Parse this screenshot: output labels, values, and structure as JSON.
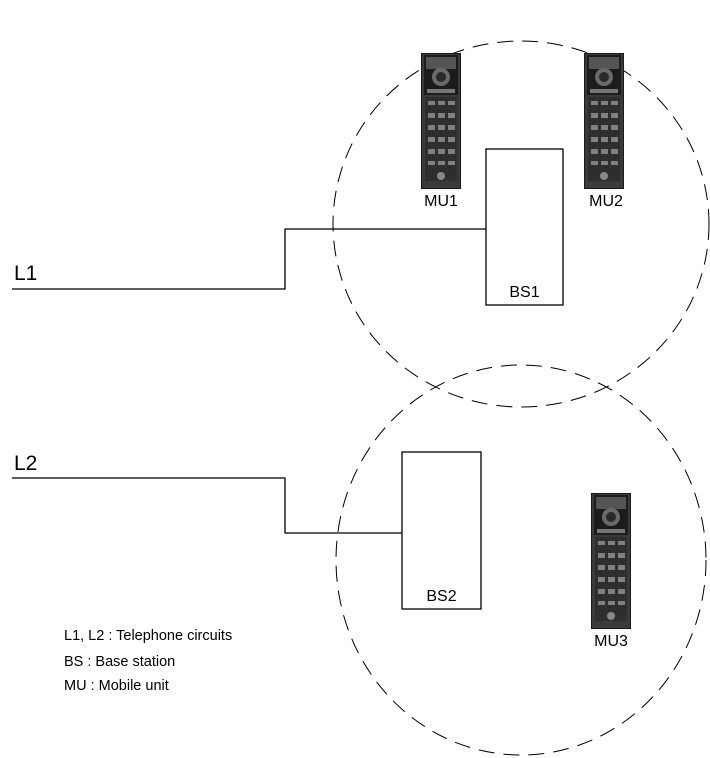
{
  "lines": {
    "l1": "L1",
    "l2": "L2"
  },
  "base_stations": {
    "bs1": "BS1",
    "bs2": "BS2"
  },
  "mobile_units": {
    "mu1": "MU1",
    "mu2": "MU2",
    "mu3": "MU3"
  },
  "legend": {
    "line1": "L1, L2 : Telephone circuits",
    "line2": "BS : Base station",
    "line3": "MU : Mobile unit"
  },
  "icons": {
    "phone": "mobile-phone-icon"
  }
}
